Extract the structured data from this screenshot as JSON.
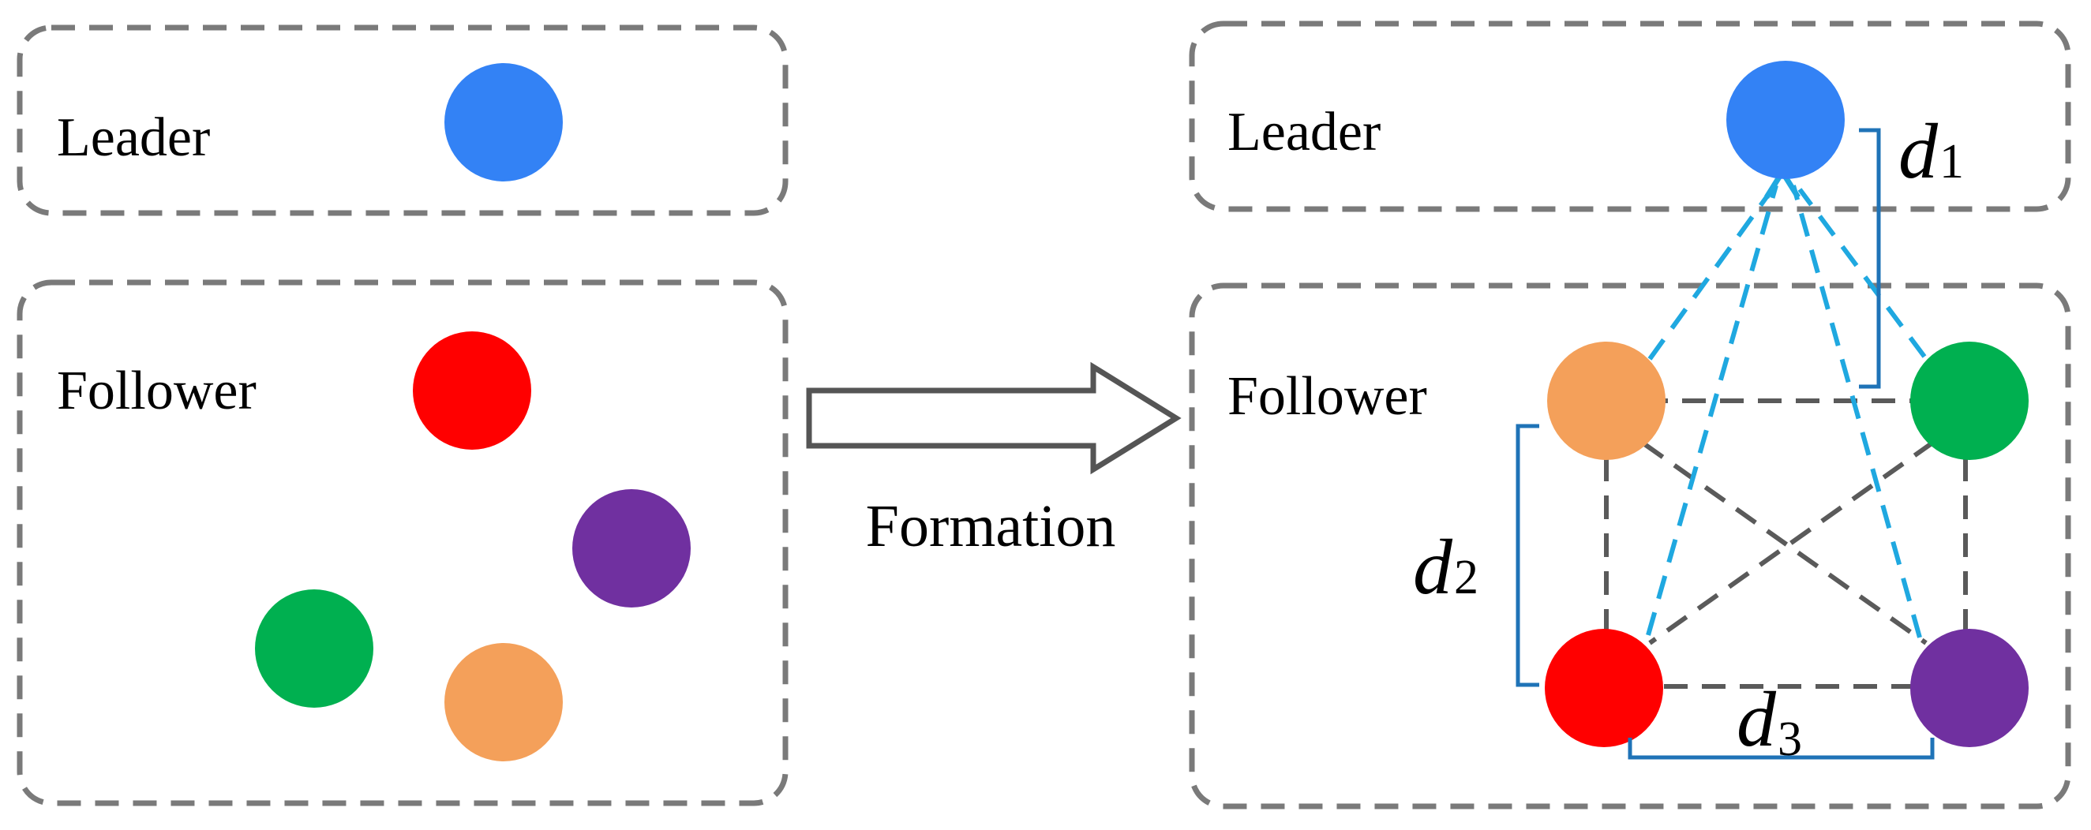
{
  "left_panel": {
    "leader_label": "Leader",
    "follower_label": "Follower"
  },
  "arrow": {
    "label": "Formation"
  },
  "right_panel": {
    "leader_label": "Leader",
    "follower_label": "Follower",
    "distances": [
      {
        "symbol": "d",
        "subscript": "1"
      },
      {
        "symbol": "d",
        "subscript": "2"
      },
      {
        "symbol": "d",
        "subscript": "3"
      }
    ]
  },
  "colors": {
    "leader": "#3382f5",
    "red": "#ff0000",
    "purple": "#7030a0",
    "green": "#00b050",
    "orange": "#f4a05a",
    "box_dash": "#7a7a7a",
    "cyan_links": "#1fa8e0",
    "bracket": "#1f73b7"
  }
}
